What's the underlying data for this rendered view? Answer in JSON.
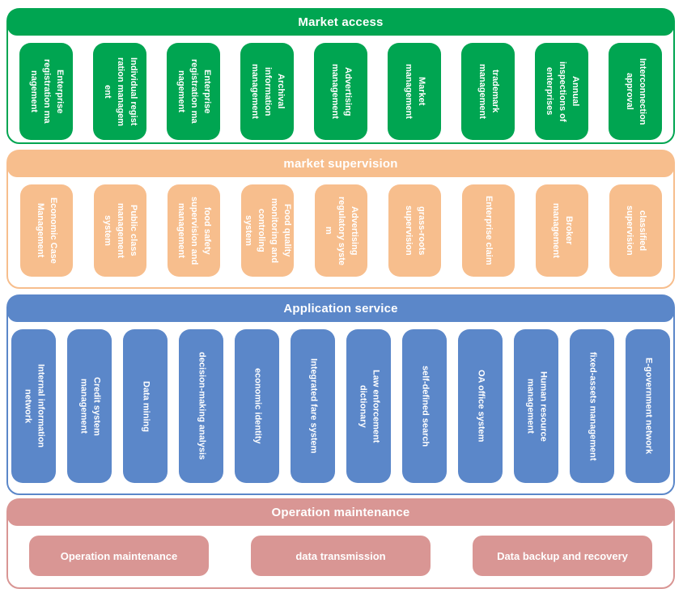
{
  "sections": [
    {
      "title": "Market access",
      "color": "#00A551",
      "items": [
        "Enterprise\nregistration ma\nnagement",
        "Individual regist\nration managem\nent",
        "Enterprise\nregistration ma\nnagement",
        "Archival\ninformation\nmanagement",
        "Advertising\nmanagement",
        "Market\nmanagement",
        "trademark\nmanagement",
        "Annual\ninspections of\nenterprises",
        "Interconnection\napproval"
      ]
    },
    {
      "title": "market supervision",
      "color": "#F7BE8D",
      "items": [
        "Economic Case\nManagement",
        "Public class\nmanagement\nsystem",
        "food safety\nsupervision and\nmanagement",
        "Food quality\nmonitoring and\ncontroling\nsystem",
        "Advertising\nregulatory syste\nm",
        "grass-roots\nsupervision",
        "Enterprise claim",
        "Broker\nmanagement",
        "classified\nsupervision"
      ]
    },
    {
      "title": "Application service",
      "color": "#5B87C9",
      "items": [
        "Internal information\nnetwork",
        "Credit system\nmanagement",
        "Data mining",
        "decision-making analysis",
        "economic identity",
        "Integrated fare system",
        "Law enforcement\ndictionary",
        "self-defined search",
        "OA office system",
        "Human resource\nmanagement",
        "fixed-assets management",
        "E-government network"
      ]
    },
    {
      "title": "Operation maintenance",
      "color": "#D99694",
      "items": [
        "Operation maintenance",
        "data transmission",
        "Data backup and recovery"
      ]
    }
  ]
}
